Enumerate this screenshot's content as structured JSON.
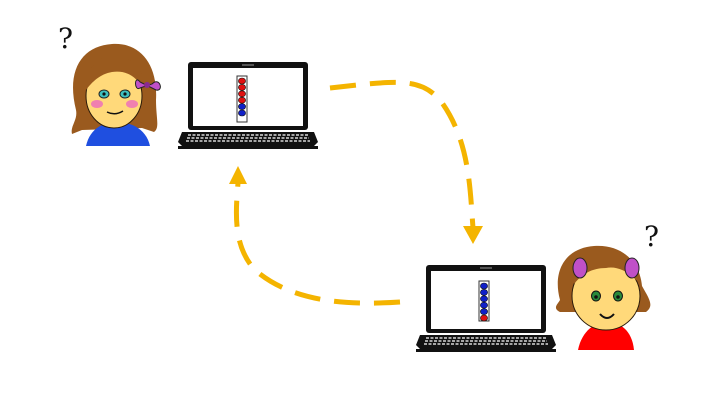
{
  "labels": {
    "question_left": "?",
    "question_right": "?"
  },
  "colors": {
    "arrow": "#f4b400",
    "laptop": "#111111",
    "screen_bg": "#ffffff",
    "bead_red": "#e01010",
    "bead_blue": "#1020c8",
    "skin": "#ffd97a",
    "hair": "#9a5a1e",
    "left_shirt": "#1f4fe0",
    "right_shirt": "#ff0000",
    "bow": "#c050c8",
    "cheek": "#f080b0"
  },
  "laptops": [
    {
      "name": "laptop-left",
      "beads": [
        "red",
        "red",
        "red",
        "red",
        "blue",
        "blue"
      ]
    },
    {
      "name": "laptop-right",
      "beads": [
        "blue",
        "blue",
        "blue",
        "blue",
        "blue",
        "red"
      ]
    }
  ]
}
